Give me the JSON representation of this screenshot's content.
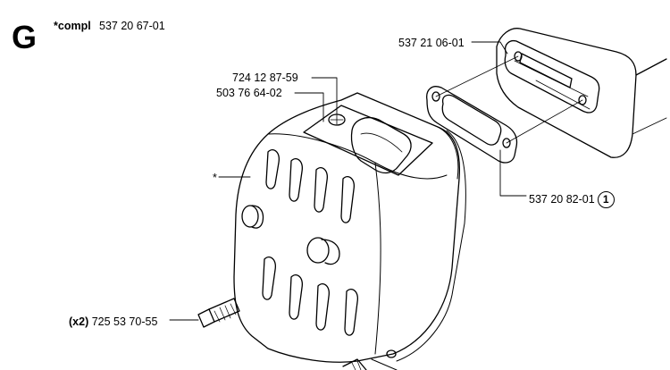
{
  "section": {
    "letter": "G",
    "compl_prefix": "*compl",
    "compl_part": "537 20 67-01"
  },
  "parts": {
    "cover_plate": "537 21 06-01",
    "screw_small": "724 12 87-59",
    "spark_cover": "503 76 64-02",
    "muffler": "*",
    "gasket": "537 20 82-01",
    "gasket_ref": "1",
    "bolt_qty": "(x2)",
    "bolt": "725 53 70-55"
  }
}
